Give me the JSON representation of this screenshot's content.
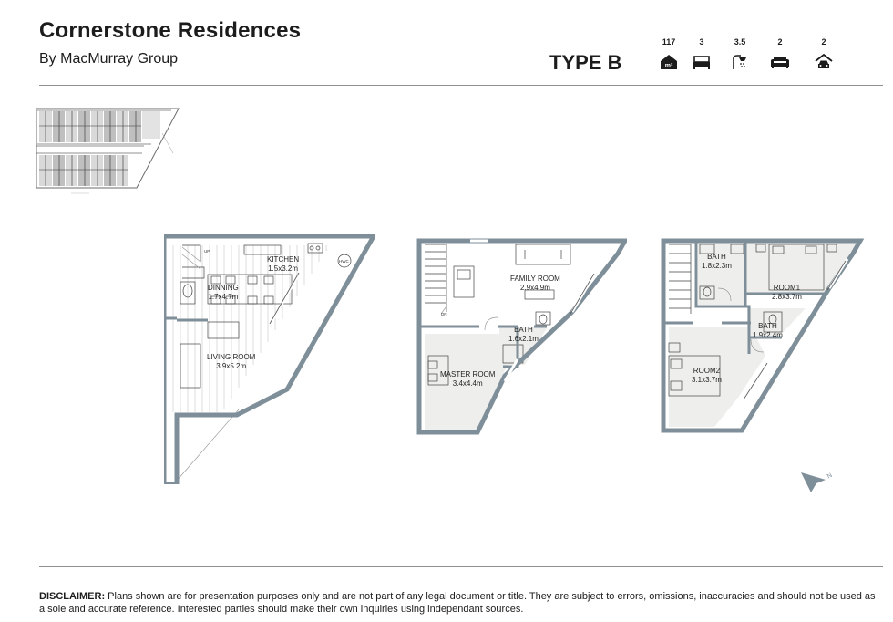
{
  "header": {
    "title": "Cornerstone Residences",
    "subtitle": "By MacMurray Group",
    "type_label": "TYPE B"
  },
  "stats": [
    {
      "value": "117",
      "icon": "area-house-icon"
    },
    {
      "value": "3",
      "icon": "bed-icon"
    },
    {
      "value": "3.5",
      "icon": "shower-icon"
    },
    {
      "value": "2",
      "icon": "sofa-icon"
    },
    {
      "value": "2",
      "icon": "car-garage-icon"
    }
  ],
  "icon_text": {
    "area": "m²"
  },
  "rooms": {
    "kitchen": {
      "name": "KITCHEN",
      "dim": "1.5x3.2m"
    },
    "dinning": {
      "name": "DINNING",
      "dim": "1.7x4.7m"
    },
    "living": {
      "name": "LIVING ROOM",
      "dim": "3.9x5.2m"
    },
    "family": {
      "name": "FAMILY ROOM",
      "dim": "2.9x4.9m"
    },
    "bath_mid": {
      "name": "BATH",
      "dim": "1.6x2.1m"
    },
    "master": {
      "name": "MASTER ROOM",
      "dim": "3.4x4.4m"
    },
    "bath_top": {
      "name": "BATH",
      "dim": "1.8x2.3m"
    },
    "room1": {
      "name": "ROOM1",
      "dim": "2.8x3.7m"
    },
    "bath_right": {
      "name": "BATH",
      "dim": "1.9x2.4m"
    },
    "room2": {
      "name": "ROOM2",
      "dim": "3.1x3.7m"
    }
  },
  "fixture_labels": {
    "hwc": "HWC",
    "up": "UP",
    "dn": "DN"
  },
  "north_label": "N",
  "disclaimer": {
    "label": "DISCLAIMER:",
    "text": " Plans shown are for presentation purposes only and are not part of any legal document or title. They are subject to errors, omissions, inaccuracies and should not be used as a sole and accurate reference. Interested parties should make their own inquiries using independant sources."
  },
  "colors": {
    "wall": "#7f8f99",
    "floor_tile": "#eeeeec",
    "text": "#1c1c1c",
    "rule": "#8f8f8f"
  }
}
